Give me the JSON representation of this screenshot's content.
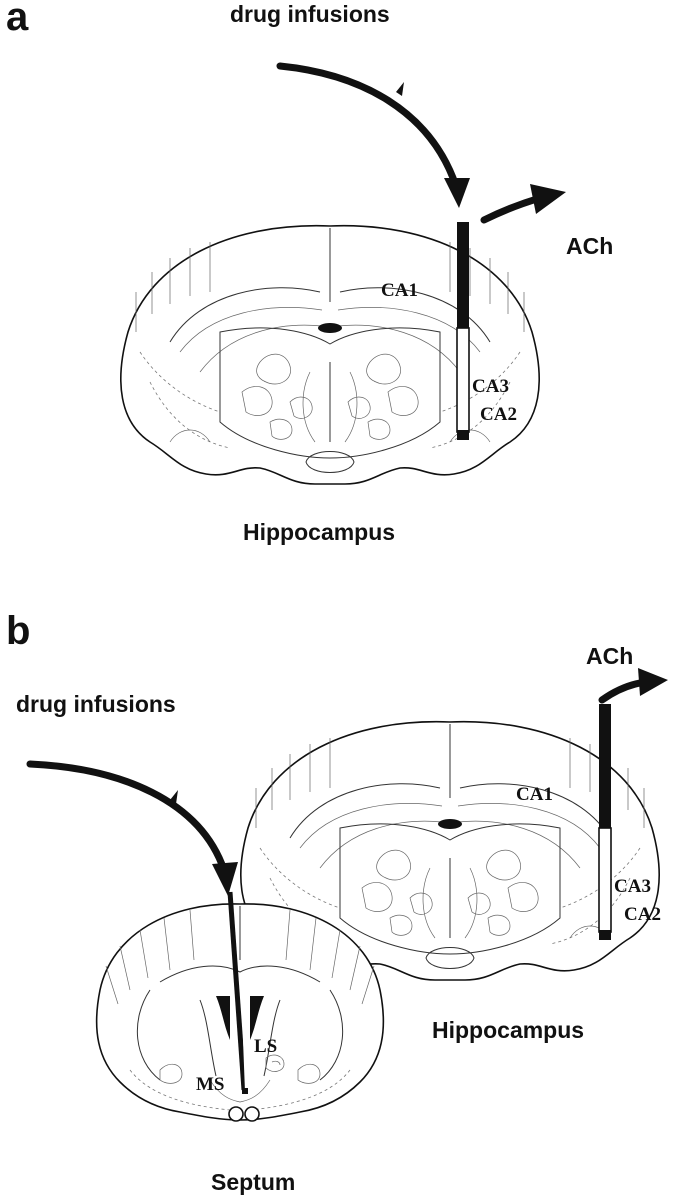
{
  "panel_a": {
    "letter": "a",
    "infusion_label": "drug infusions",
    "ach_label": "ACh",
    "region_label": "Hippocampus",
    "subregions": [
      "CA1",
      "CA3",
      "CA2"
    ]
  },
  "panel_b": {
    "letter": "b",
    "infusion_label": "drug infusions",
    "ach_label": "ACh",
    "hippocampus_label": "Hippocampus",
    "septum_label": "Septum",
    "hippocampus_subregions": [
      "CA1",
      "CA3",
      "CA2"
    ],
    "septum_subregions": [
      "LS",
      "MS"
    ]
  }
}
